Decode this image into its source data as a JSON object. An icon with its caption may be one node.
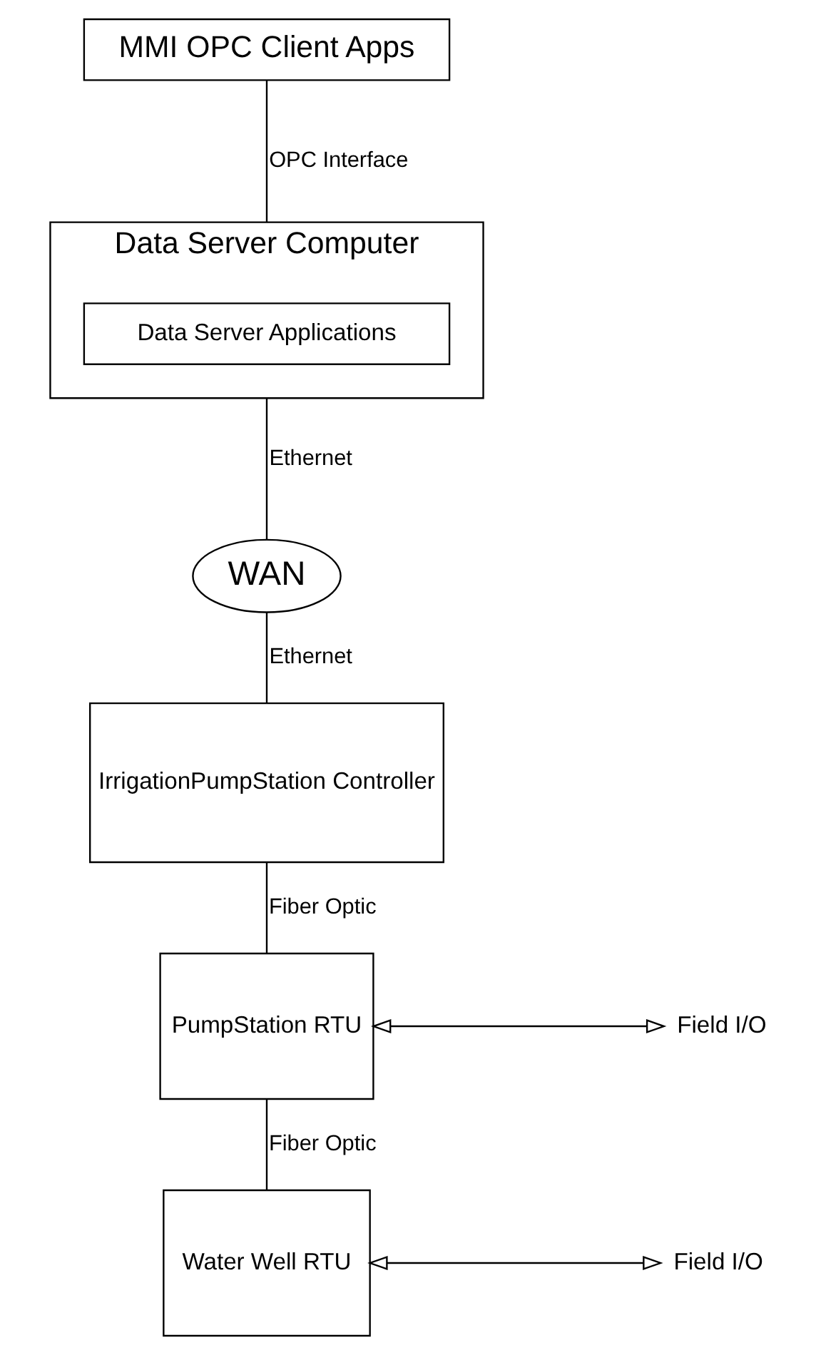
{
  "diagram": {
    "nodes": [
      {
        "text": [
          "MMI OPC Client Apps"
        ]
      },
      {
        "text": [
          "Data Server Computer"
        ]
      },
      {
        "text": [
          "Data Server Applications"
        ],
        "in": 1
      },
      {
        "text": [
          "WAN"
        ]
      },
      {
        "text": [
          "IrrigationPumpStation Controller"
        ]
      },
      {
        "text": [
          "PumpStation RTU"
        ]
      },
      {
        "text": [
          "Water Well RTU"
        ]
      },
      {
        "text": [
          "Field I/O"
        ]
      },
      {
        "text": [
          "Field I/O"
        ]
      }
    ],
    "edges": [
      {
        "from": 0,
        "to": 1,
        "arrow": "none",
        "label": "OPC Interface"
      },
      {
        "from": 1,
        "to": 3,
        "arrow": "none",
        "label": "Ethernet"
      },
      {
        "from": 3,
        "to": 4,
        "arrow": "none",
        "label": "Ethernet"
      },
      {
        "from": 4,
        "to": 5,
        "arrow": "none",
        "label": "Fiber Optic"
      },
      {
        "from": 5,
        "to": 6,
        "arrow": "none",
        "label": "Fiber Optic"
      },
      {
        "from": 5,
        "to": 7,
        "arrow": "both"
      },
      {
        "from": 6,
        "to": 8,
        "arrow": "both"
      }
    ]
  }
}
